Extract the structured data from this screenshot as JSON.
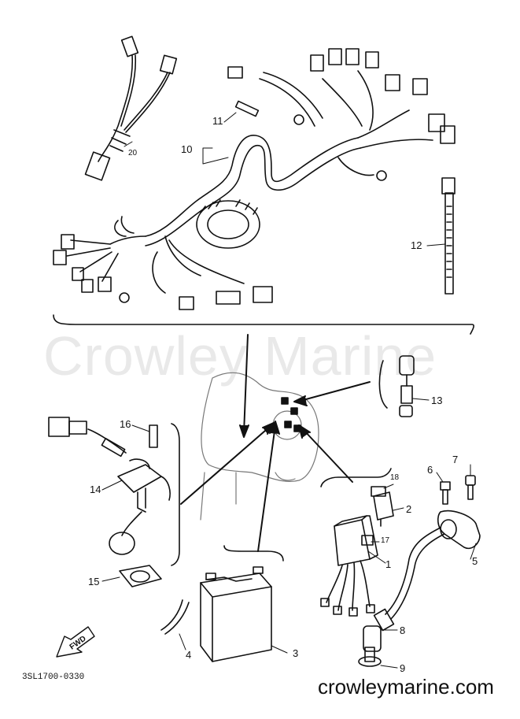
{
  "watermark": "Crowley Marine",
  "site_label": "crowleymarine.com",
  "diagram_code": "3SL1700-0330",
  "fwd_label": "FWD",
  "callouts": {
    "c1": "1",
    "c2": "2",
    "c3": "3",
    "c4": "4",
    "c5": "5",
    "c6": "6",
    "c7": "7",
    "c8": "8",
    "c9": "9",
    "c10": "10",
    "c11": "11",
    "c12": "12",
    "c13": "13",
    "c14": "14",
    "c15": "15",
    "c16": "16",
    "c17": "17",
    "c18": "18",
    "c20": "20"
  }
}
